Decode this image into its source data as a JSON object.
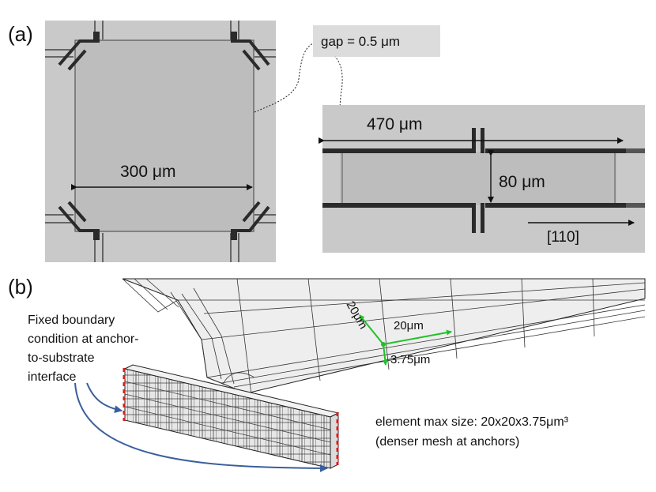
{
  "panel_a": {
    "label": "(a)",
    "width_label": "300 μm",
    "gap_callout": "gap = 0.5 μm",
    "beam_length_label": "470 μm",
    "beam_width_label": "80 μm",
    "direction_label": "[110]"
  },
  "panel_b": {
    "label": "(b)",
    "boundary_label_lines": [
      "Fixed boundary",
      "condition at anchor-",
      "to-substrate",
      "interface"
    ],
    "dim_vertical": "20μm",
    "dim_horizontal": "20μm",
    "dim_thickness": "3.75μm",
    "element_size_label": "element max size: 20x20x3.75μm³",
    "mesh_note": "(denser mesh at anchors)"
  },
  "colors": {
    "dimension_arrow": "#111111",
    "mesh_dimension": "#22c02a",
    "boundary_marker": "#d81e1e",
    "pointer_arrow": "#3a5f9c",
    "callout_box": "#dcdcdc"
  }
}
